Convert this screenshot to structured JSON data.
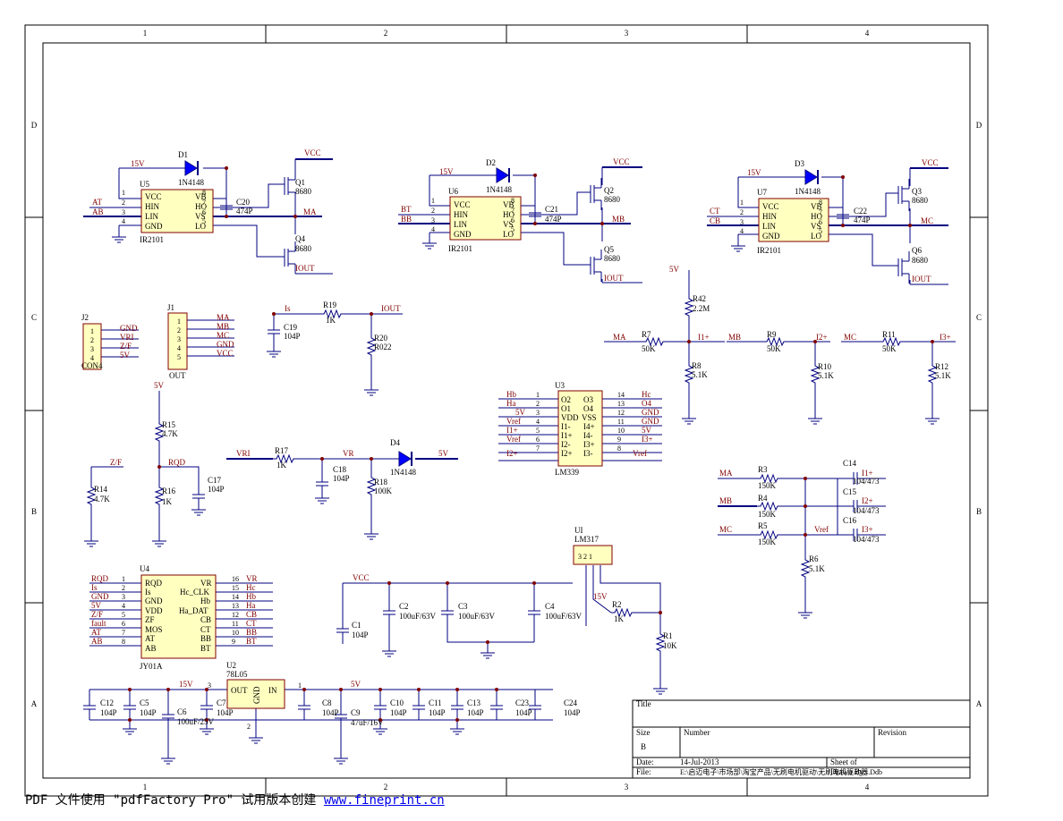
{
  "frame": {
    "cols": [
      "1",
      "2",
      "3",
      "4"
    ],
    "rows": [
      "D",
      "C",
      "B",
      "A"
    ]
  },
  "title_block": {
    "title_label": "Title",
    "size_label": "Size",
    "size_value": "B",
    "number_label": "Number",
    "revision_label": "Revision",
    "date_label": "Date:",
    "date_value": "14-Jul-2013",
    "sheet_label": "Sheet    of",
    "file_label": "File:",
    "file_value": "E:\\启迈电子\\市场部\\淘宝产品\\无刷电机驱动\\无刷电机驱动器.Ddb",
    "drawn_label": "Drawn By:"
  },
  "footer": {
    "text": "PDF 文件使用 \"pdfFactory Pro\" 试用版本创建 ",
    "link": "www.fineprint.cn"
  },
  "components": {
    "D1": "D1",
    "D1v": "1N4148",
    "D2": "D2",
    "D2v": "1N4148",
    "D3": "D3",
    "D3v": "1N4148",
    "D4": "D4",
    "D4v": "1N4148",
    "U5": "U5",
    "U5v": "IR2101",
    "U6": "U6",
    "U6v": "IR2101",
    "U7": "U7",
    "U7v": "IR2101",
    "C20": "C20",
    "C20v": "474P",
    "C21": "C21",
    "C21v": "474P",
    "C22": "C22",
    "C22v": "474P",
    "Q1": "Q1",
    "Q2": "Q2",
    "Q3": "Q3",
    "Q4": "Q4",
    "Q5": "Q5",
    "Q6": "Q6",
    "Qv": "8680",
    "J2": "J2",
    "J2v": "CON4",
    "J1": "J1",
    "J1v": "OUT",
    "R19": "R19",
    "R19v": "1K",
    "C19": "C19",
    "C19v": "104P",
    "R20": "R20",
    "R20v": "R022",
    "R42": "R42",
    "R42v": "2.2M",
    "R7": "R7",
    "R7v": "50K",
    "R8": "R8",
    "R8v": "5.1K",
    "R9": "R9",
    "R9v": "50K",
    "R10": "R10",
    "R10v": "5.1K",
    "R11": "R11",
    "R11v": "50K",
    "R12": "R12",
    "R12v": "5.1K",
    "U3": "U3",
    "U3v": "LM339",
    "R15": "R15",
    "R15v": "4.7K",
    "R16": "R16",
    "R16v": "1K",
    "C17": "C17",
    "C17v": "104P",
    "R14": "R14",
    "R14v": "4.7K",
    "R17": "R17",
    "R17v": "1K",
    "C18": "C18",
    "C18v": "104P",
    "R18": "R18",
    "R18v": "100K",
    "R3": "R3",
    "R3v": "150K",
    "R4": "R4",
    "R4v": "150K",
    "R5": "R5",
    "R5v": "150K",
    "R6": "R6",
    "R6v": "5.1K",
    "C14": "C14",
    "C15": "C15",
    "C16": "C16",
    "C14v": "104/473",
    "U1": "UI",
    "U1v": "LM317",
    "R2": "R2",
    "R2v": "1K",
    "R1": "R1",
    "R1v": "10K",
    "U4": "U4",
    "U4v": "JY01A",
    "C1": "C1",
    "C1v": "104P",
    "C2": "C2",
    "C2v": "100uF/63V",
    "C3": "C3",
    "C3v": "100uF/63V",
    "C4": "C4",
    "C4v": "100uF/63V",
    "U2": "U2",
    "U2v": "78L05",
    "C12": "C12",
    "C5": "C5",
    "C6": "C6",
    "C6v": "100uF/25V",
    "C7": "C7",
    "C8": "C8",
    "C9": "C9",
    "C9v": "47uF/16V",
    "C10": "C10",
    "C11": "C11",
    "C13": "C13",
    "C23": "C23",
    "C24": "C24",
    "C104": "104P"
  },
  "nets": {
    "v15": "15V",
    "vcc": "VCC",
    "v5": "5V",
    "AT": "AT",
    "AB": "AB",
    "BT": "BT",
    "BB": "BB",
    "CT": "CT",
    "CB": "CB",
    "MA": "MA",
    "MB": "MB",
    "MC": "MC",
    "IOUT": "IOUT",
    "Is": "Is",
    "VRI": "VRI",
    "VR": "VR",
    "ZF": "Z/F",
    "RQD": "RQD",
    "Ip": "I1+",
    "I2p": "I2+",
    "I3p": "I3+",
    "Vref": "Vref",
    "GND": "GND",
    "Hb": "Hb",
    "Ha": "Ha",
    "Hc": "Hc",
    "fault": "fault"
  },
  "ir2101_pins": {
    "VCC": "VCC",
    "HIN": "HIN",
    "LIN": "LIN",
    "GND": "GND",
    "VB": "VB",
    "HO": "HO",
    "VS": "VS",
    "LO": "LO"
  },
  "lm339": {
    "left_pins": [
      "O2",
      "O1",
      "VDD",
      "I1-",
      "I1+",
      "I2-",
      "I2+"
    ],
    "right_pins": [
      "O3",
      "O4",
      "VSS",
      "I4+",
      "I4-",
      "I3+",
      "I3-"
    ],
    "left_nums": [
      "1",
      "2",
      "3",
      "4",
      "5",
      "6",
      "7"
    ],
    "right_nums": [
      "14",
      "13",
      "12",
      "11",
      "10",
      "9",
      "8"
    ],
    "left_nets": [
      "Hb",
      "Ha",
      "5V",
      "Vref",
      "I1+",
      "Vref",
      "I2+"
    ],
    "right_nets": [
      "Hc",
      "O4",
      "GND",
      "GND",
      "5V",
      "I3+",
      "Vref"
    ]
  },
  "jy01a": {
    "left_pins": [
      "RQD",
      "Is",
      "GND",
      "VDD",
      "ZF",
      "MOS",
      "AT",
      "AB"
    ],
    "right_pins": [
      "VR",
      "Hc_CLK",
      "Hb",
      "Ha_DAT",
      "CB",
      "CT",
      "BB",
      "BT"
    ],
    "left_nums": [
      "1",
      "2",
      "3",
      "4",
      "5",
      "6",
      "7",
      "8"
    ],
    "right_nums": [
      "16",
      "15",
      "14",
      "13",
      "12",
      "11",
      "10",
      "9"
    ],
    "left_nets": [
      "RQD",
      "Is",
      "GND",
      "5V",
      "Z/F",
      "fault",
      "AT",
      "AB"
    ],
    "right_nets": [
      "VR",
      "Hc",
      "Hb",
      "Ha",
      "CB",
      "CT",
      "BB",
      "BT"
    ]
  },
  "j2": {
    "nums": [
      "1",
      "2",
      "3",
      "4"
    ],
    "nets": [
      "GND",
      "VRI",
      "Z/F",
      "5V"
    ]
  },
  "j1": {
    "nums": [
      "1",
      "2",
      "3",
      "4",
      "5"
    ],
    "nets": [
      "MA",
      "MB",
      "MC",
      "GND",
      "VCC"
    ]
  },
  "u2pins": {
    "out": "OUT",
    "gnd": "GND",
    "in": "IN",
    "p3": "3",
    "p1": "1",
    "p2": "2"
  },
  "u1pins": {
    "p": "3  2  1"
  }
}
